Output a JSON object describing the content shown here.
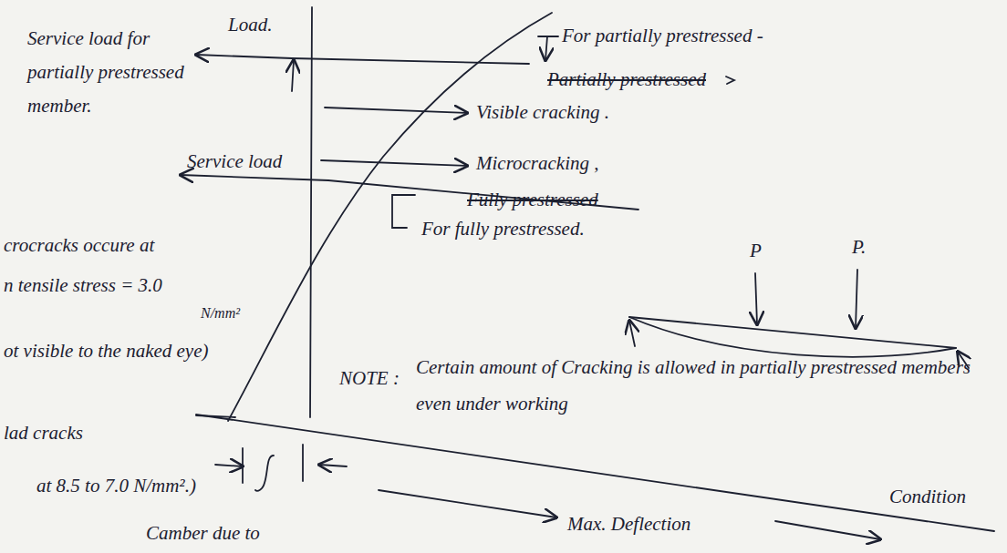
{
  "diagram": {
    "labels": [
      "Service load for partially prestressed member.",
      "Load.",
      "For partially prestressed -",
      "Partially prestressed",
      "Visible cracking .",
      "Microcracking ,",
      "Service load",
      "Fully prestressed",
      "For fully prestressed.",
      "P",
      "P.",
      "crocracks occure at",
      "n tensile stress = 3.0",
      "N/mm²",
      "ot visible to the naked eye)",
      "lad cracks",
      "at 8.5 to 7.0 N/mm².)",
      "Camber due to",
      "NOTE :",
      "Certain amount of Cracking is allowed in partially prestressed members even under working",
      "Condition",
      "Max. Deflection"
    ]
  }
}
